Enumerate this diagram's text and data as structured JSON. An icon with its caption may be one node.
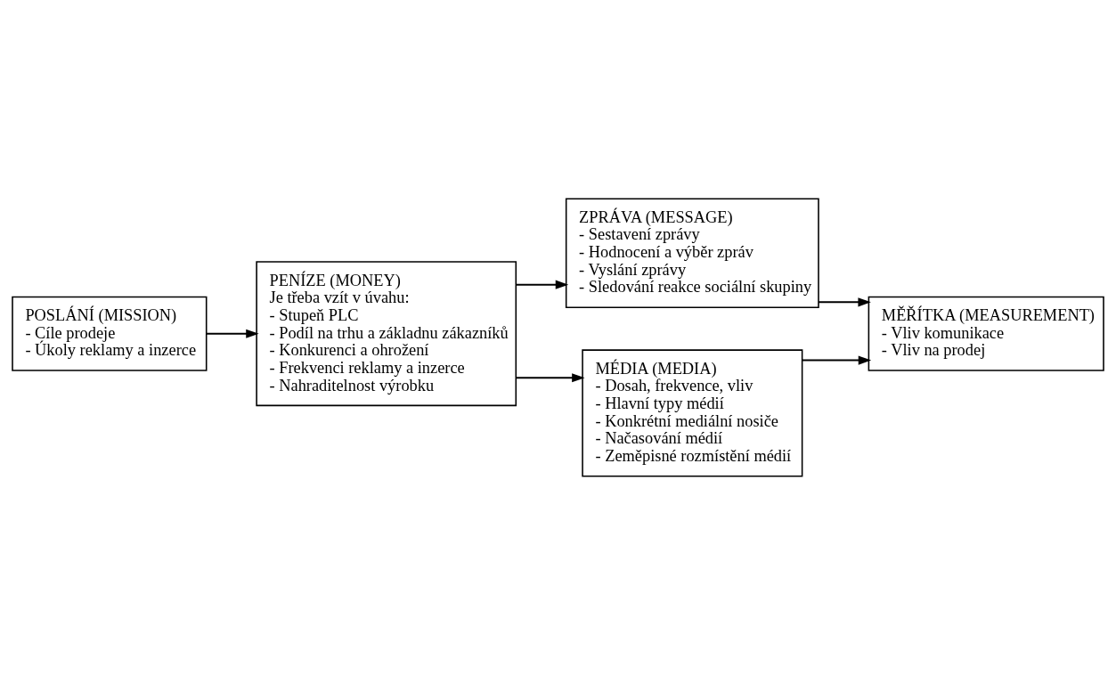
{
  "diagram": {
    "nodes": [
      {
        "text": [
          "POSLÁNÍ (MISSION)",
          "- Cíle prodeje",
          "- Úkoly reklamy a inzerce"
        ]
      },
      {
        "text": [
          "PENÍZE (MONEY)",
          "Je třeba vzít v úvahu:",
          "- Stupeň PLC",
          "- Podíl na trhu a základnu zákazníků",
          "- Konkurenci a ohrožení",
          "- Frekvenci reklamy a inzerce",
          "- Nahraditelnost výrobku"
        ]
      },
      {
        "text": [
          "ZPRÁVA (MESSAGE)",
          "- Sestavení zprávy",
          "- Hodnocení a výběr zpráv",
          "- Vyslání zprávy",
          "- Sledování reakce sociální skupiny"
        ]
      },
      {
        "text": [
          "MÉDIA (MEDIA)",
          "- Dosah, frekvence, vliv",
          "- Hlavní typy médií",
          "- Konkrétní mediální nosiče",
          "- Načasování médií",
          "- Zeměpisné rozmístění médií"
        ]
      },
      {
        "text": [
          "MĚŘÍTKA (MEASUREMENT)",
          "- Vliv komunikace",
          "- Vliv na prodej"
        ]
      }
    ],
    "edges": [
      {
        "from": 0,
        "to": 1,
        "arrow": "to"
      },
      {
        "from": 1,
        "to": 2,
        "arrow": "to"
      },
      {
        "from": 1,
        "to": 3,
        "arrow": "to"
      },
      {
        "from": 2,
        "to": 4,
        "arrow": "to"
      },
      {
        "from": 3,
        "to": 4,
        "arrow": "to"
      }
    ]
  }
}
